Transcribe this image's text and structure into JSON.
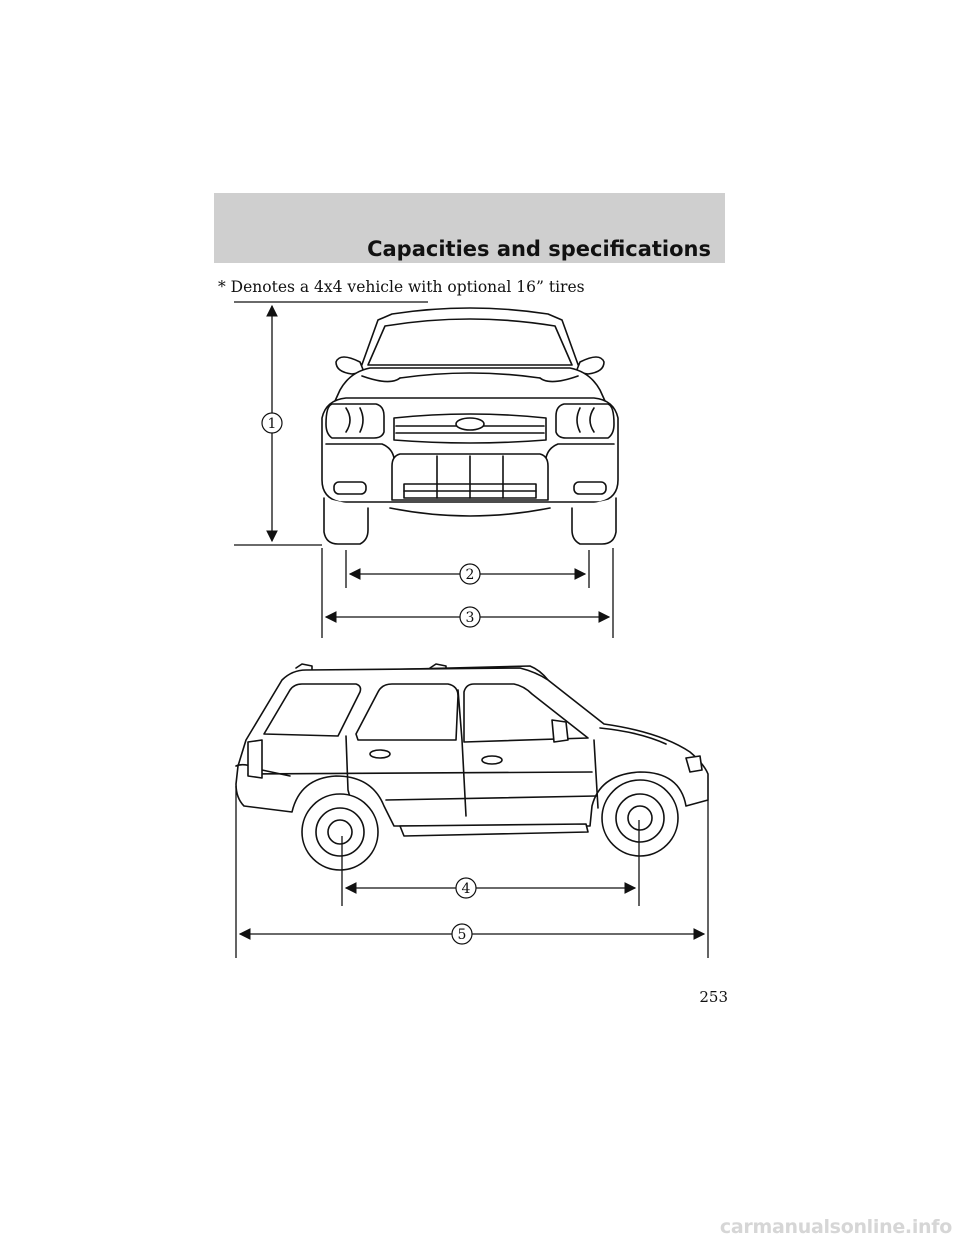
{
  "header": {
    "title": "Capacities and specifications"
  },
  "note": "* Denotes a 4x4 vehicle with optional 16” tires",
  "dimension_labels": [
    "1",
    "2",
    "3",
    "4",
    "5"
  ],
  "page_number": "253",
  "watermark": "carmanualsonline.info"
}
